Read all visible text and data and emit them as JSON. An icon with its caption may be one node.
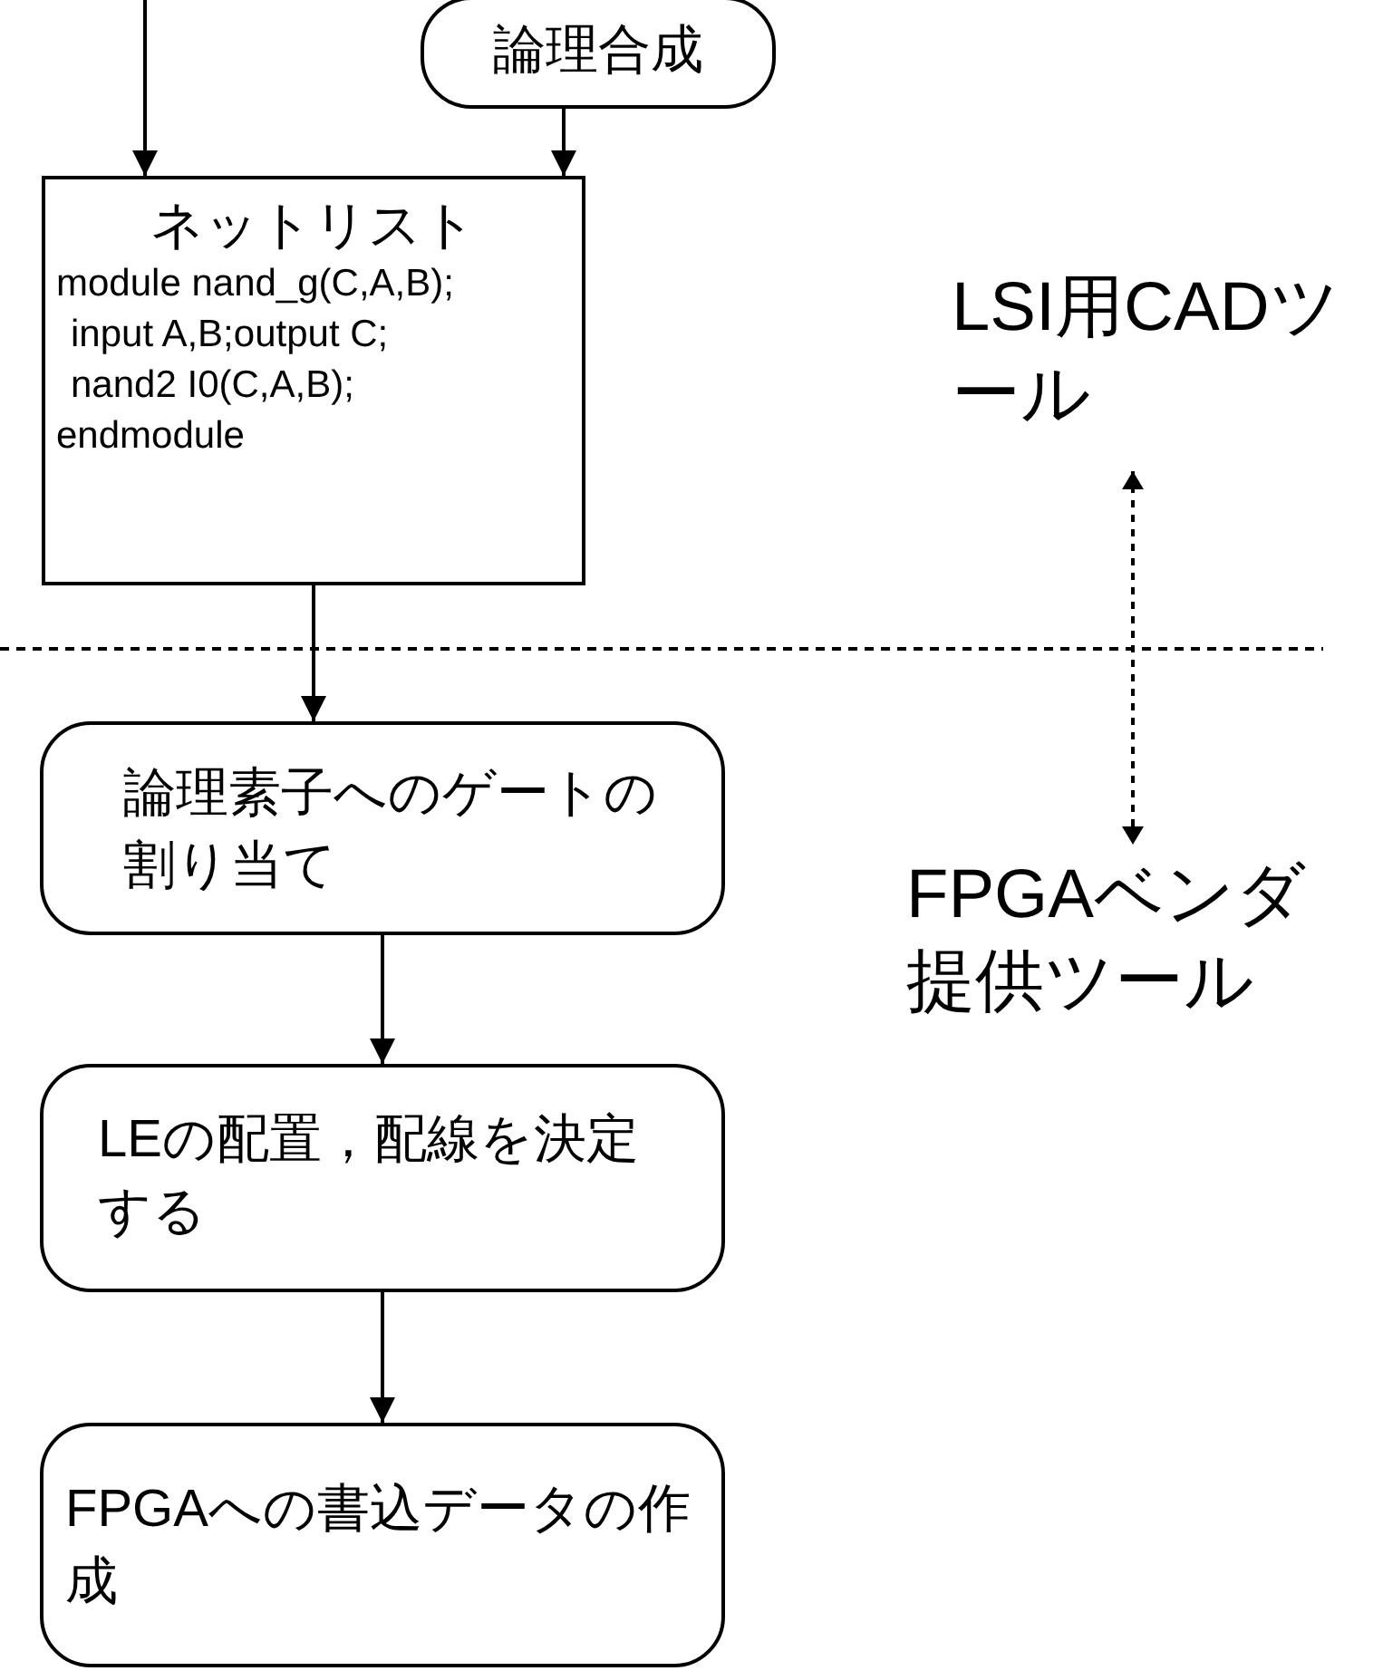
{
  "diagram": {
    "nodes": [
      {
        "text": [
          "論理合成"
        ]
      },
      {
        "text": [
          "ネットリスト",
          "module nand_g(C,A,B);",
          "input A,B;output C;",
          "nand2 I0(C,A,B);",
          "endmodule"
        ]
      },
      {
        "text": [
          "論理素子へのゲートの割り当て"
        ]
      },
      {
        "text": [
          "LEの配置，配線を決定する"
        ]
      },
      {
        "text": [
          "FPGAへの書込データの作成"
        ]
      },
      {
        "text": [
          "LSI用CADツール"
        ]
      },
      {
        "text": [
          "FPGAベンダ提供ツール"
        ]
      }
    ],
    "edges": [
      {
        "from": null,
        "to": 1,
        "arrow": "to"
      },
      {
        "from": 0,
        "to": 1,
        "arrow": "to"
      },
      {
        "from": 1,
        "to": 2,
        "arrow": "to"
      },
      {
        "from": 2,
        "to": 3,
        "arrow": "to"
      },
      {
        "from": 3,
        "to": 4,
        "arrow": "to"
      },
      {
        "from": 5,
        "to": 6,
        "arrow": "both",
        "style": "dashed"
      }
    ]
  }
}
